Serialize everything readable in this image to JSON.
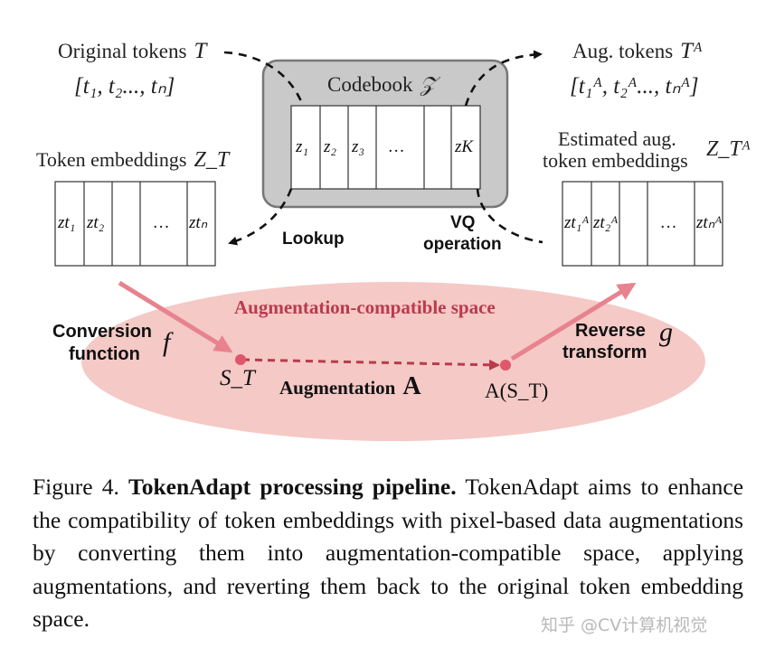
{
  "diagram": {
    "original_tokens_label": "Original tokens",
    "original_tokens_symbol": "T",
    "original_tokens_list": "[t₁, t₂..., tₙ]",
    "aug_tokens_label": "Aug. tokens",
    "aug_tokens_symbol": "Tᴬ",
    "aug_tokens_list": "[t₁ᴬ, t₂ᴬ..., tₙᴬ]",
    "codebook_label": "Codebook",
    "codebook_symbol": "𝒵",
    "codebook_cells": [
      "z₁",
      "z₂",
      "z₃",
      "…",
      "",
      "zK"
    ],
    "token_embeddings_label": "Token embeddings",
    "token_embeddings_symbol": "Z_T",
    "token_cells": [
      "zt₁",
      "zt₂",
      "",
      "…",
      "ztₙ"
    ],
    "estimated_label_line1": "Estimated aug.",
    "estimated_label_line2": "token embeddings",
    "estimated_symbol": "Z_Tᴬ",
    "estimated_cells": [
      "zt₁ᴬ",
      "zt₂ᴬ",
      "",
      "…",
      "ztₙᴬ"
    ],
    "lookup_label": "Lookup",
    "vq_label_line1": "VQ",
    "vq_label_line2": "operation",
    "space_label": "Augmentation-compatible space",
    "conversion_line1": "Conversion",
    "conversion_line2": "function",
    "conversion_symbol": "f",
    "reverse_line1": "Reverse",
    "reverse_line2": "transform",
    "reverse_symbol": "g",
    "s_t_label": "S_T",
    "augmentation_label": "Augmentation",
    "augmentation_symbol": "A",
    "a_st_label": "A(S_T)"
  },
  "caption": {
    "figure_number": "Figure 4.",
    "title": "TokenAdapt processing pipeline.",
    "body": "TokenAdapt aims to enhance the compatibility of token embeddings with pixel-based data augmentations by converting them into augmentation-compatible space, applying augmentations, and reverting them back to the original token embedding space."
  },
  "watermark": "知乎 @CV计算机视觉",
  "colors": {
    "ellipse_fill": "#f4c9c6",
    "accent_red": "#b93b4c",
    "pink_arrow": "#e8828f",
    "dot": "#e0566a",
    "codebook_fill": "#c9c9c9",
    "codebook_border": "#777777"
  }
}
